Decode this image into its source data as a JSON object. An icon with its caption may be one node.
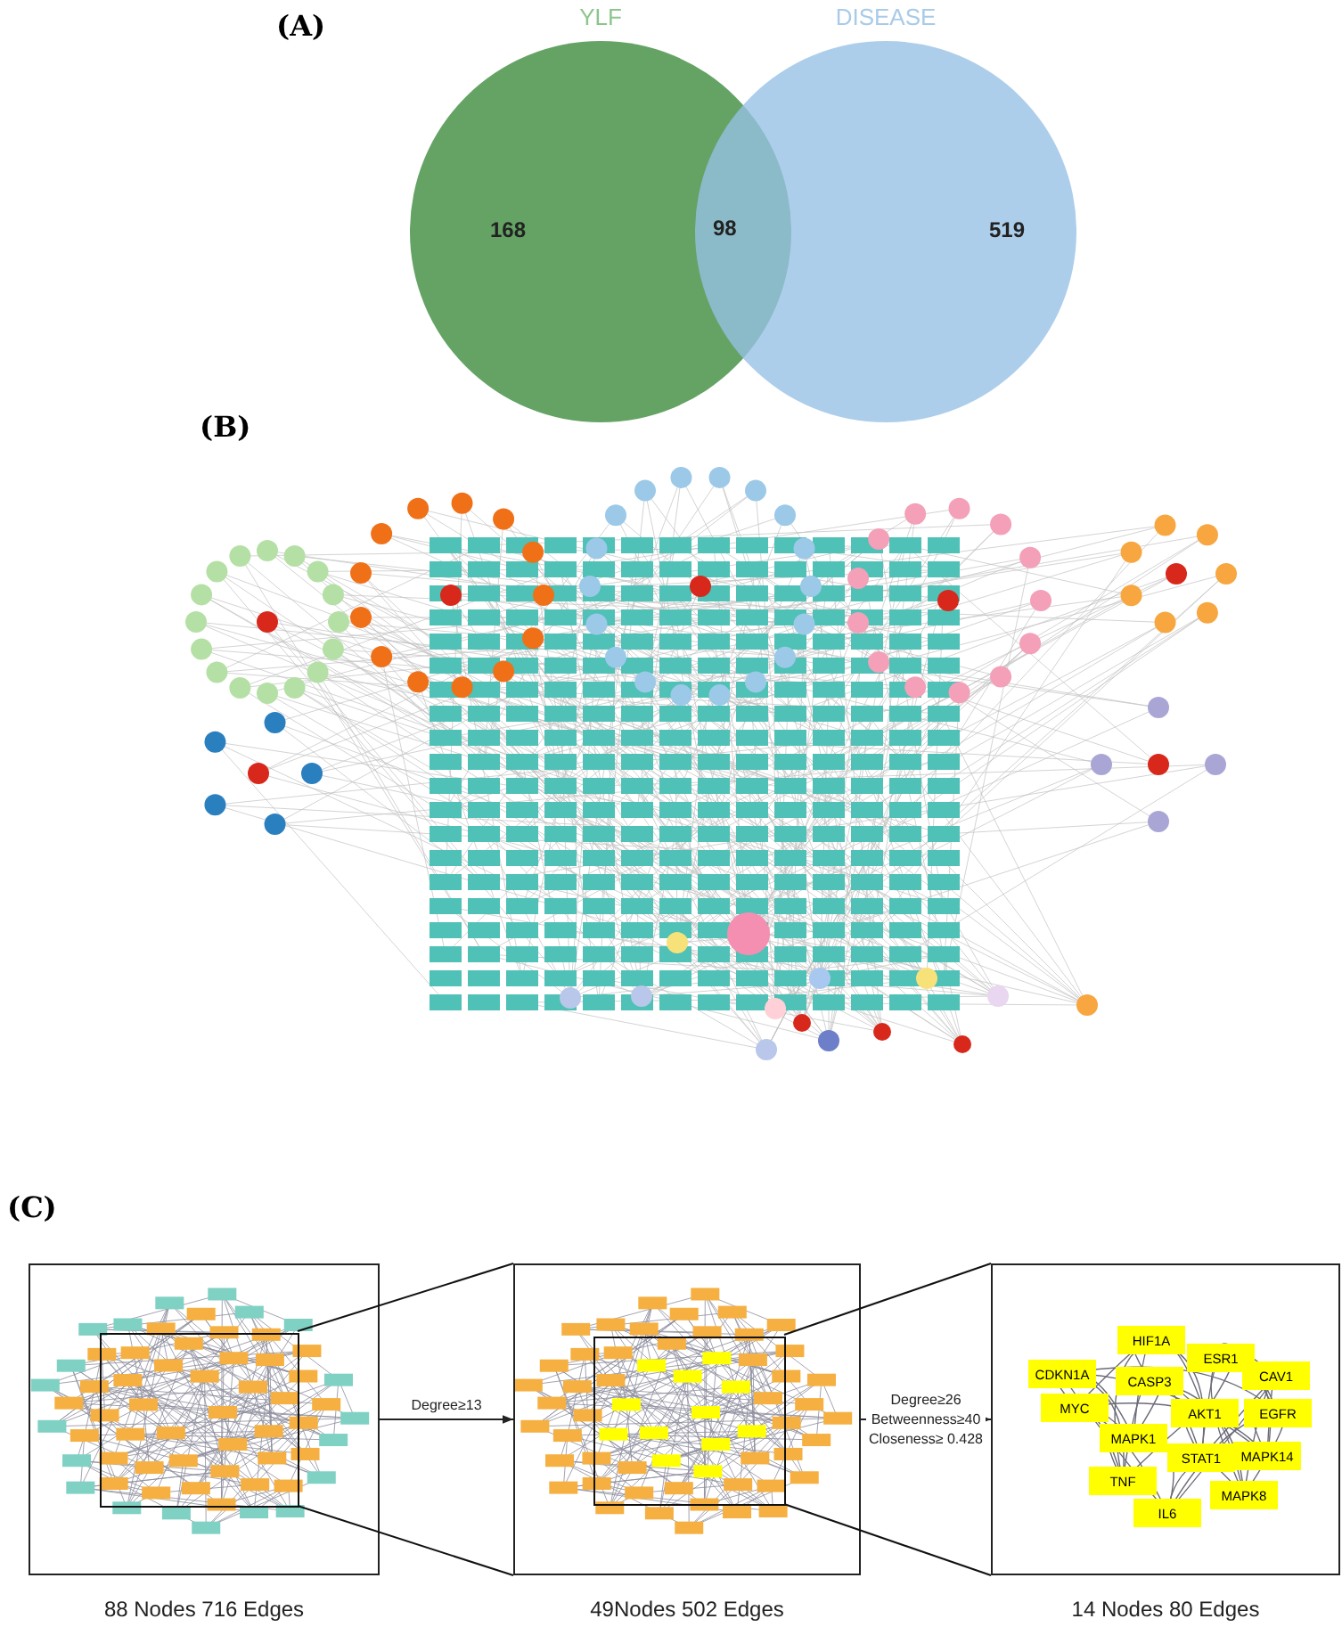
{
  "diagram": {
    "nodes": [
      {
        "text": [
          "YLF",
          "168"
        ]
      },
      {
        "text": [
          "DISEASE",
          "519"
        ]
      },
      {
        "text": [],
        "shape": "box",
        "beside": [
          "88 Nodes 716 Edges"
        ]
      },
      {
        "text": [],
        "shape": "box",
        "beside": [
          "49Nodes 502 Edges"
        ]
      },
      {
        "text": [],
        "shape": "box",
        "beside": [
          "14 Nodes 80 Edges"
        ]
      },
      {
        "text": [
          "HIF1A"
        ],
        "in": 4
      },
      {
        "text": [
          "ESR1"
        ],
        "in": 4
      },
      {
        "text": [
          "CDKN1A"
        ],
        "in": 4
      },
      {
        "text": [
          "CASP3"
        ],
        "in": 4
      },
      {
        "text": [
          "CAV1"
        ],
        "in": 4
      },
      {
        "text": [
          "MYC"
        ],
        "in": 4
      },
      {
        "text": [
          "AKT1"
        ],
        "in": 4
      },
      {
        "text": [
          "EGFR"
        ],
        "in": 4
      },
      {
        "text": [
          "MAPK1"
        ],
        "in": 4
      },
      {
        "text": [
          "STAT1"
        ],
        "in": 4
      },
      {
        "text": [
          "MAPK14"
        ],
        "in": 4
      },
      {
        "text": [
          "TNF"
        ],
        "in": 4
      },
      {
        "text": [
          "MAPK8"
        ],
        "in": 4
      },
      {
        "text": [
          "IL6"
        ],
        "in": 4
      },
      {
        "text": [],
        "shape": "box",
        "in": 2
      },
      {
        "text": [],
        "shape": "box",
        "in": 3
      }
    ],
    "edges": [
      {
        "from": 2,
        "to": 3,
        "arrow": "to",
        "label": "Degree≥13"
      },
      {
        "from": 3,
        "to": 4,
        "arrow": "to",
        "label": "Degree≥26 Betweenness≥40 Closeness≥ 0.428"
      },
      {
        "from": 19,
        "to": 3,
        "arrow": "none"
      },
      {
        "from": 19,
        "to": 3,
        "arrow": "none"
      },
      {
        "from": 20,
        "to": 4,
        "arrow": "none"
      },
      {
        "from": 20,
        "to": 4,
        "arrow": "none"
      }
    ],
    "labels": [
      "(A)",
      "98",
      "(B)",
      "(C)"
    ]
  }
}
